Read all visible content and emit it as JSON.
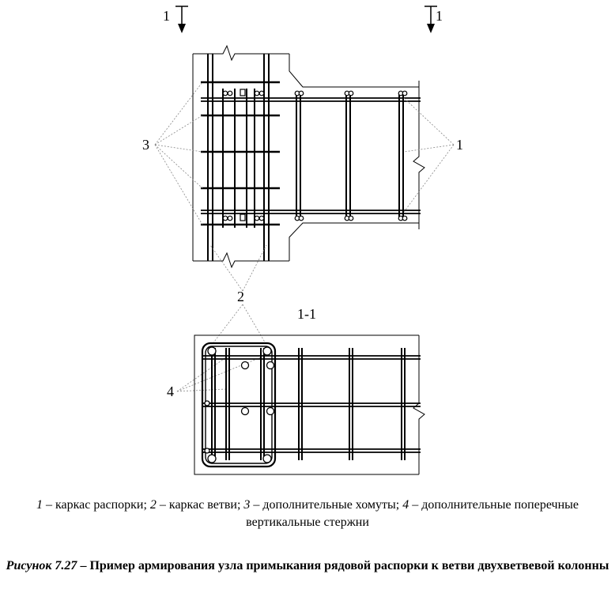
{
  "figure": {
    "section_marks": [
      {
        "text": "1"
      },
      {
        "text": "1"
      }
    ],
    "section_title": "1-1",
    "callouts": [
      {
        "id": "1",
        "text": "1"
      },
      {
        "id": "2",
        "text": "2"
      },
      {
        "id": "3",
        "text": "3"
      },
      {
        "id": "4",
        "text": "4"
      }
    ]
  },
  "legend": {
    "items": [
      {
        "num": "1",
        "text": " – каркас распорки; "
      },
      {
        "num": "2",
        "text": " – каркас ветви; "
      },
      {
        "num": "3",
        "text": " – дополнительные хомуты; "
      },
      {
        "num": "4",
        "text": " – дополнительные поперечные вертикальные стержни"
      }
    ]
  },
  "caption": {
    "number": "Рисунок 7.27",
    "text": " – Пример армирования узла примыкания рядовой распорки к ветви двухветвевой колонны"
  }
}
